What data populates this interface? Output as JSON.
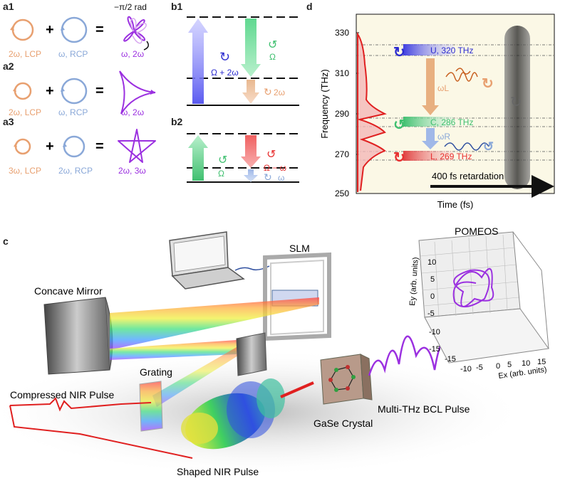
{
  "panels": {
    "a1": "a1",
    "a2": "a2",
    "a3": "a3",
    "b1": "b1",
    "b2": "b2",
    "c": "c",
    "d": "d"
  },
  "panel_a": {
    "plus": "+",
    "equals": "=",
    "row1": {
      "left": "2ω, LCP",
      "mid": "ω, RCP",
      "right": "ω, 2ω",
      "phase": "−π/2 rad"
    },
    "row2": {
      "left": "2ω, LCP",
      "mid": "ω, RCP",
      "right": "ω, 2ω"
    },
    "row3": {
      "left": "3ω, LCP",
      "mid": "2ω, RCP",
      "right": "2ω, 3ω"
    }
  },
  "panel_b": {
    "b1": {
      "sum": "Ω + 2ω",
      "omega": "Ω",
      "two_omega": "2ω"
    },
    "b2": {
      "omega": "Ω",
      "diff": "Ω − ω",
      "small_omega": "ω"
    }
  },
  "panel_d": {
    "ylabel": "Frequency (THz)",
    "xlabel": "Time (fs)",
    "yticks": [
      "330",
      "310",
      "290",
      "270",
      "250"
    ],
    "labels": {
      "u": "U, 320 THz",
      "c": "C, 286 THz",
      "l": "L, 269 THz",
      "omega_l": "ωL",
      "omega_r": "ωR"
    },
    "retardation": "400 fs retardation"
  },
  "panel_c": {
    "slm": "SLM",
    "concave_mirror": "Concave Mirror",
    "grating": "Grating",
    "compressed_pulse": "Compressed NIR Pulse",
    "shaped_pulse": "Shaped NIR Pulse",
    "gase": "GaSe Crystal",
    "bcl": "Multi-THz BCL Pulse",
    "pomeos": "POMEOS",
    "ex_label": "Ex (arb. units)",
    "ey_label": "Ey (arb. units)",
    "ex_ticks": [
      "-15",
      "-10",
      "-5",
      "0",
      "5",
      "10",
      "15"
    ],
    "ey_ticks": [
      "10",
      "5",
      "0",
      "-5",
      "-10",
      "-15"
    ]
  },
  "colors": {
    "orange": "#e8a070",
    "blue": "#8aa8d8",
    "purple": "#9b30e0",
    "green": "#40c070",
    "red": "#e83030",
    "navy": "#2c2cd0"
  }
}
